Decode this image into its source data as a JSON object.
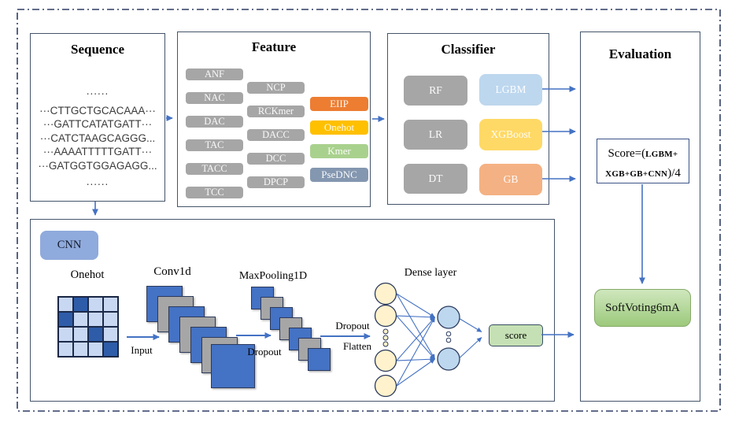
{
  "diagram": {
    "sequence": {
      "title": "Sequence",
      "lines": [
        "......",
        "···CTTGCTGCACAAA···",
        "···GATTCATATGATT···",
        "···CATCTAAGCAGGG...",
        "···AAAATTTTTGATT···",
        "···GATGGTGGAGAGG...",
        "......"
      ]
    },
    "feature": {
      "title": "Feature",
      "column1": [
        "ANF",
        "NAC",
        "DAC",
        "TAC",
        "TACC",
        "TCC"
      ],
      "column2": [
        "NCP",
        "RCKmer",
        "DACC",
        "DCC",
        "DPCP"
      ],
      "column3": [
        {
          "label": "EIIP",
          "color": "#ED7D31"
        },
        {
          "label": "Onehot",
          "color": "#FFC000"
        },
        {
          "label": "Kmer",
          "color": "#A9D18E"
        },
        {
          "label": "PseDNC",
          "color": "#8497B0"
        }
      ]
    },
    "classifier": {
      "title": "Classifier",
      "gray": [
        "RF",
        "LR",
        "DT"
      ],
      "colored": [
        {
          "label": "LGBM",
          "color": "#BDD7EE"
        },
        {
          "label": "XGBoost",
          "color": "#FFD966"
        },
        {
          "label": "GB",
          "color": "#F4B183"
        }
      ]
    },
    "evaluation": {
      "title": "Evaluation",
      "score_prefix": "Score=(",
      "score_caps1": "LGBM+",
      "score_caps2": "XGB+GB+CNN",
      "score_suffix": ")/4",
      "result_label": "SoftVoting6mA"
    },
    "cnn": {
      "badge": "CNN",
      "onehot_label": "Onehot",
      "conv_label": "Conv1d",
      "input_label": "Input",
      "maxpool_label": "MaxPooling1D",
      "dropout_label_1": "Dropout",
      "dropout_label_2": "Dropout",
      "flatten_label": "Flatten",
      "dense_label": "Dense layer",
      "score_label": "score",
      "onehot_grid": [
        [
          0,
          1,
          0,
          0
        ],
        [
          1,
          0,
          0,
          0
        ],
        [
          0,
          0,
          1,
          0
        ],
        [
          0,
          0,
          0,
          1
        ]
      ],
      "conv_stack": [
        "blue",
        "gray",
        "blue",
        "gray",
        "blue",
        "gray",
        "blue-large"
      ],
      "maxpool_stack": [
        "blue",
        "gray",
        "blue",
        "gray",
        "blue",
        "gray",
        "blue"
      ],
      "dense_input_count": 4,
      "dense_hidden_count": 2
    }
  },
  "colors": {
    "arrow": "#4472C4",
    "box_border": "#44546A",
    "dashed_border": "#2e3d63",
    "gray_pill": "#A6A6A6",
    "conv_blue": "#4472C4",
    "stack_gray": "#A6A6A6",
    "grid_light": "#C9D8F2",
    "grid_dark": "#2E5CA8",
    "neuron_input": "#FFF2CC",
    "neuron_hidden": "#BDD7EE",
    "neuron_stroke": "#2b3a5c",
    "score_chip_bg": "#C5E0B4",
    "softvoting_bg": "#A9D18E",
    "cnn_badge_bg": "#8FAADC"
  }
}
